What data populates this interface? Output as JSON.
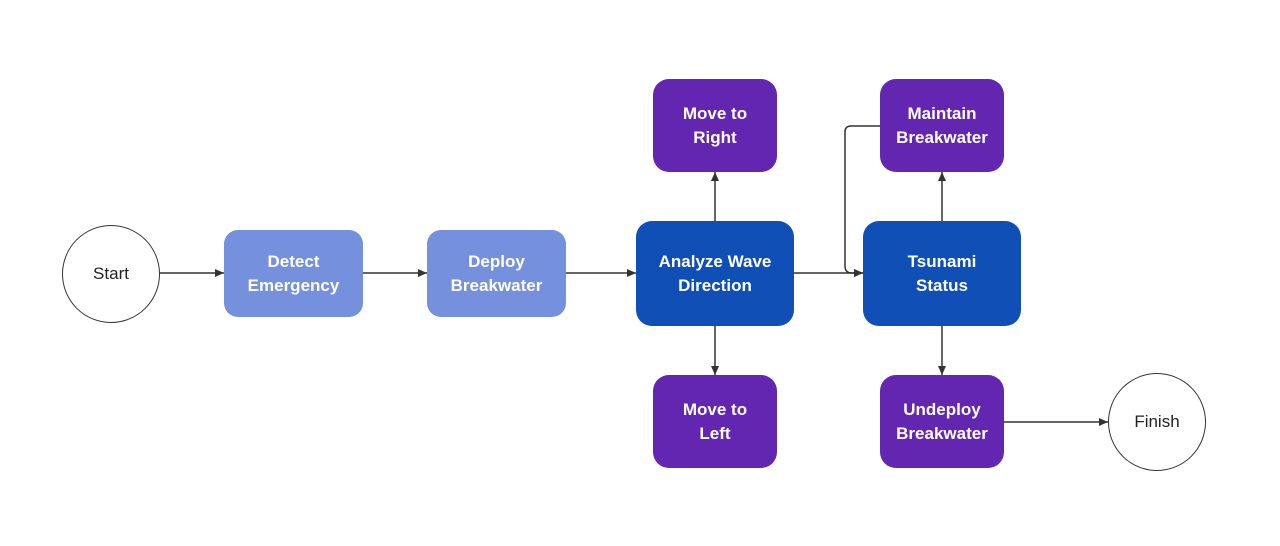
{
  "diagram": {
    "type": "flowchart",
    "colors": {
      "process_light": "#7590dc",
      "process_dark": "#0f4fb6",
      "action": "#6226b0",
      "connector": "#333333"
    },
    "nodes": {
      "start": "Start",
      "detect": "Detect\nEmergency",
      "deploy": "Deploy\nBreakwater",
      "analyze": "Analyze Wave\nDirection",
      "move_right": "Move to\nRight",
      "move_left": "Move to\nLeft",
      "tsunami": "Tsunami\nStatus",
      "maintain": "Maintain\nBreakwater",
      "undeploy": "Undeploy\nBreakwater",
      "finish": "Finish"
    },
    "edges": [
      {
        "from": "start",
        "to": "detect"
      },
      {
        "from": "detect",
        "to": "deploy"
      },
      {
        "from": "deploy",
        "to": "analyze"
      },
      {
        "from": "analyze",
        "to": "move_right"
      },
      {
        "from": "analyze",
        "to": "move_left"
      },
      {
        "from": "analyze",
        "to": "tsunami"
      },
      {
        "from": "maintain",
        "to": "tsunami"
      },
      {
        "from": "tsunami",
        "to": "maintain"
      },
      {
        "from": "tsunami",
        "to": "undeploy"
      },
      {
        "from": "undeploy",
        "to": "finish"
      }
    ]
  }
}
